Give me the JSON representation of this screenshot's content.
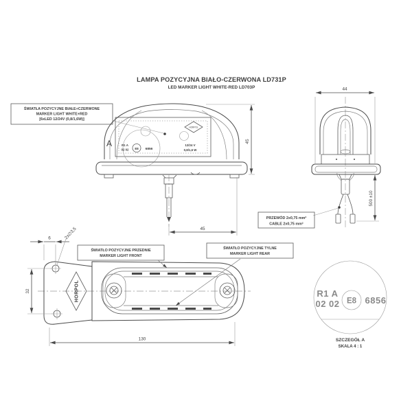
{
  "title": {
    "polish": "LAMPA POZYCYJNA BIAŁO-CZERWONA LD731P",
    "english": "LED MARKER LIGHT WHITE-RED LD703P"
  },
  "spec_box": {
    "line1": "ŚWIATŁA POZYCYJNE BIAŁE+CZERWONE",
    "line2": "MARKER LIGHT WHITE+RED",
    "line3": "[6xLED 12/24V (0,8/1,6W)]"
  },
  "front_view": {
    "detail_ref": "A",
    "logo": "HORPOL",
    "marking_left1": "R1 A",
    "marking_left2": "02 02",
    "marking_e": "E8",
    "marking_number": "6856",
    "marking_right1": "12/24 V",
    "marking_right2": "0,8/1,6 W",
    "dim_height": "45",
    "dim_wire_offset": "45"
  },
  "side_view": {
    "dim_width": "44",
    "dim_cable": "500 ±10",
    "cable_label1": "PRZEWÓD 2x0,75 mm²",
    "cable_label2": "CABLE 2x0,75 mm²"
  },
  "plan_view": {
    "front_label1": "ŚWIATŁO POZYCYJNE PRZEDNIE",
    "front_label2": "MARKER LIGHT FRONT",
    "rear_label1": "ŚWIATŁO POZYCYJNE TYLNE",
    "rear_label2": "MARKER LIGHT REAR",
    "logo": "HORPOL",
    "dim_hole_offset": "6",
    "dim_holes": "2x∅3,5",
    "dim_bracket": "32",
    "dim_length": "130"
  },
  "detail_view": {
    "row1": "R1 A",
    "row2": "02 02",
    "e_mark": "E8",
    "approval": "6856",
    "caption1": "SZCZEGÓŁ A",
    "caption2": "SKALA 4 : 1"
  },
  "colors": {
    "line": "#4a4a4a",
    "light_line": "#9a9a9a",
    "text": "#3c3c3c",
    "background": "#ffffff"
  }
}
